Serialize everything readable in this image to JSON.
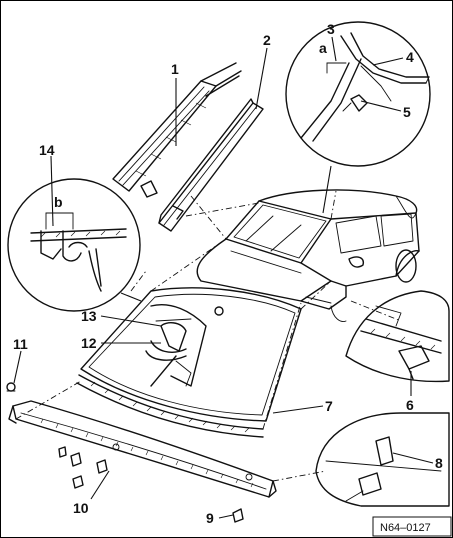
{
  "figure": {
    "reference_code": "N64–0127"
  },
  "callouts": {
    "c1": "1",
    "c2": "2",
    "c3": "3",
    "c4": "4",
    "c5": "5",
    "c6": "6",
    "c7": "7",
    "c8": "8",
    "c9": "9",
    "c10": "10",
    "c11": "11",
    "c12": "12",
    "c13": "13",
    "c14": "14",
    "dim_a": "a",
    "dim_b": "b"
  }
}
